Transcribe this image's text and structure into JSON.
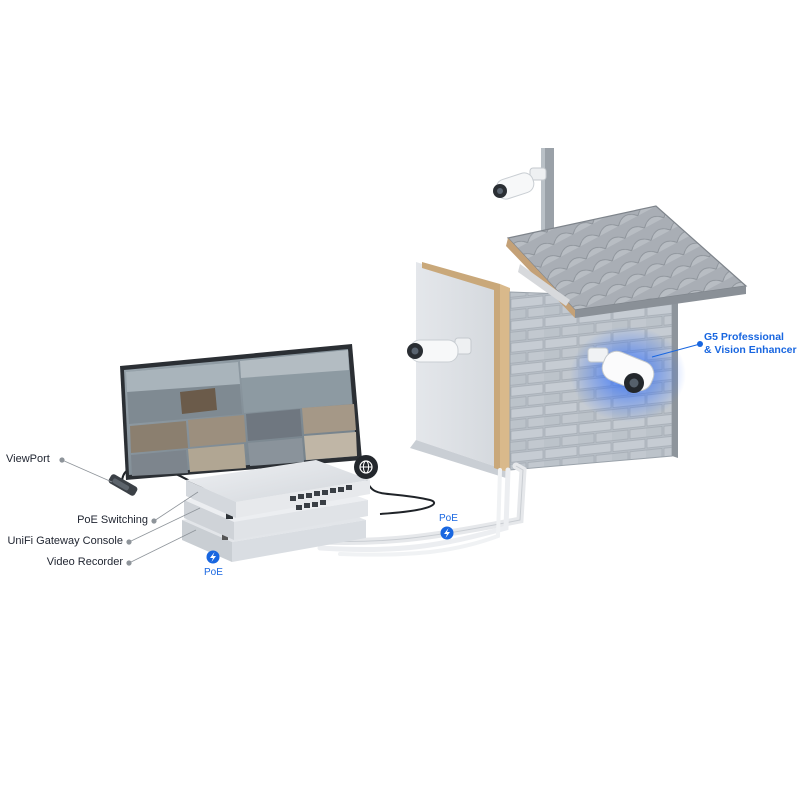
{
  "labels": {
    "viewport": "ViewPort",
    "poe_switching": "PoE Switching",
    "gateway_console": "UniFi Gateway Console",
    "video_recorder": "Video Recorder",
    "camera_name_line1": "G5 Professional",
    "camera_name_line2": "& Vision Enhancer",
    "poe_device": "PoE",
    "poe_cable": "PoE"
  },
  "icons": {
    "poe": "lightning-bolt-icon",
    "internet": "globe-icon"
  },
  "colors": {
    "accent_blue": "#1866e0",
    "label_text": "#1f2430",
    "glow": "#2b6cff"
  }
}
